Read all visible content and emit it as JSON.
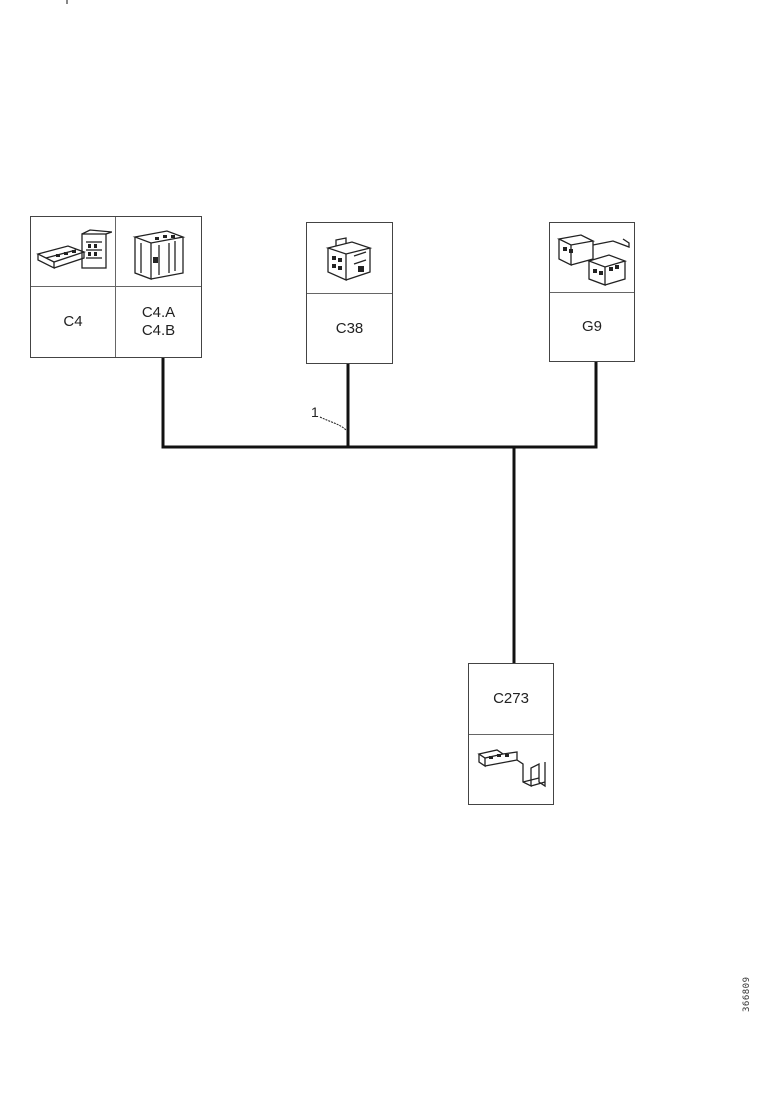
{
  "connectors": {
    "c4": {
      "label": "C4",
      "icon": "connector-icon"
    },
    "c4ab": {
      "label_a": "C4.A",
      "label_b": "C4.B",
      "icon": "connector-icon"
    },
    "c38": {
      "label": "C38",
      "icon": "connector-icon"
    },
    "g9": {
      "label": "G9",
      "icon": "connector-icon"
    },
    "c273": {
      "label": "C273",
      "icon": "connector-icon"
    }
  },
  "harness_callout": "1",
  "document_id": "366809"
}
